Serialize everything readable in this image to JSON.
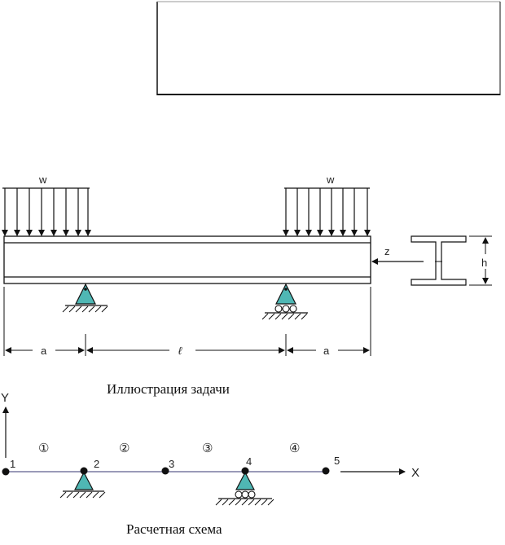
{
  "top_diagram": {
    "load_left_label": "w",
    "load_right_label": "w",
    "axis_z_label": "z",
    "height_label": "h",
    "dim_left_label": "a",
    "dim_middle_label": "ℓ",
    "dim_right_label": "a",
    "caption": "Иллюстрация задачи"
  },
  "bottom_diagram": {
    "axis_y_label": "Y",
    "axis_x_label": "X",
    "nodes": [
      "1",
      "2",
      "3",
      "4",
      "5"
    ],
    "elements": [
      "①",
      "②",
      "③",
      "④"
    ],
    "caption": "Расчетная схема"
  },
  "colors": {
    "support_fill": "#4fb7b4",
    "beam_line": "#9a9ab8",
    "ink": "#111111"
  }
}
